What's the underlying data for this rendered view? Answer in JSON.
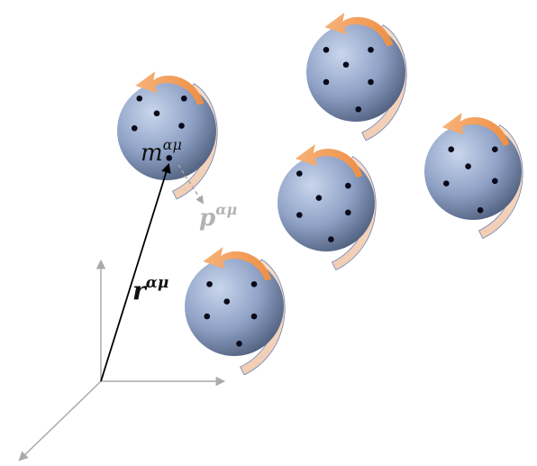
{
  "labels": {
    "mass": {
      "base": "m",
      "sup": "αμ"
    },
    "position": {
      "base": "r",
      "sup": "αμ"
    },
    "momentum": {
      "base": "p",
      "sup": "αμ"
    }
  },
  "colors": {
    "sphere_light": "#c3d0e8",
    "sphere_mid": "#8fa2c6",
    "sphere_dark": "#4b5a78",
    "rotation_arrow_front": "#f0a060",
    "rotation_arrow_back": "#f3d9c8",
    "rotation_arrow_edge": "#6e84b8",
    "axis": "#aaaaaa",
    "position_vector": "#000000",
    "momentum_vector": "#a6a6a6",
    "site_dot": "#0a0a1a"
  },
  "molecules_count": 5,
  "sites_per_molecule": 6
}
